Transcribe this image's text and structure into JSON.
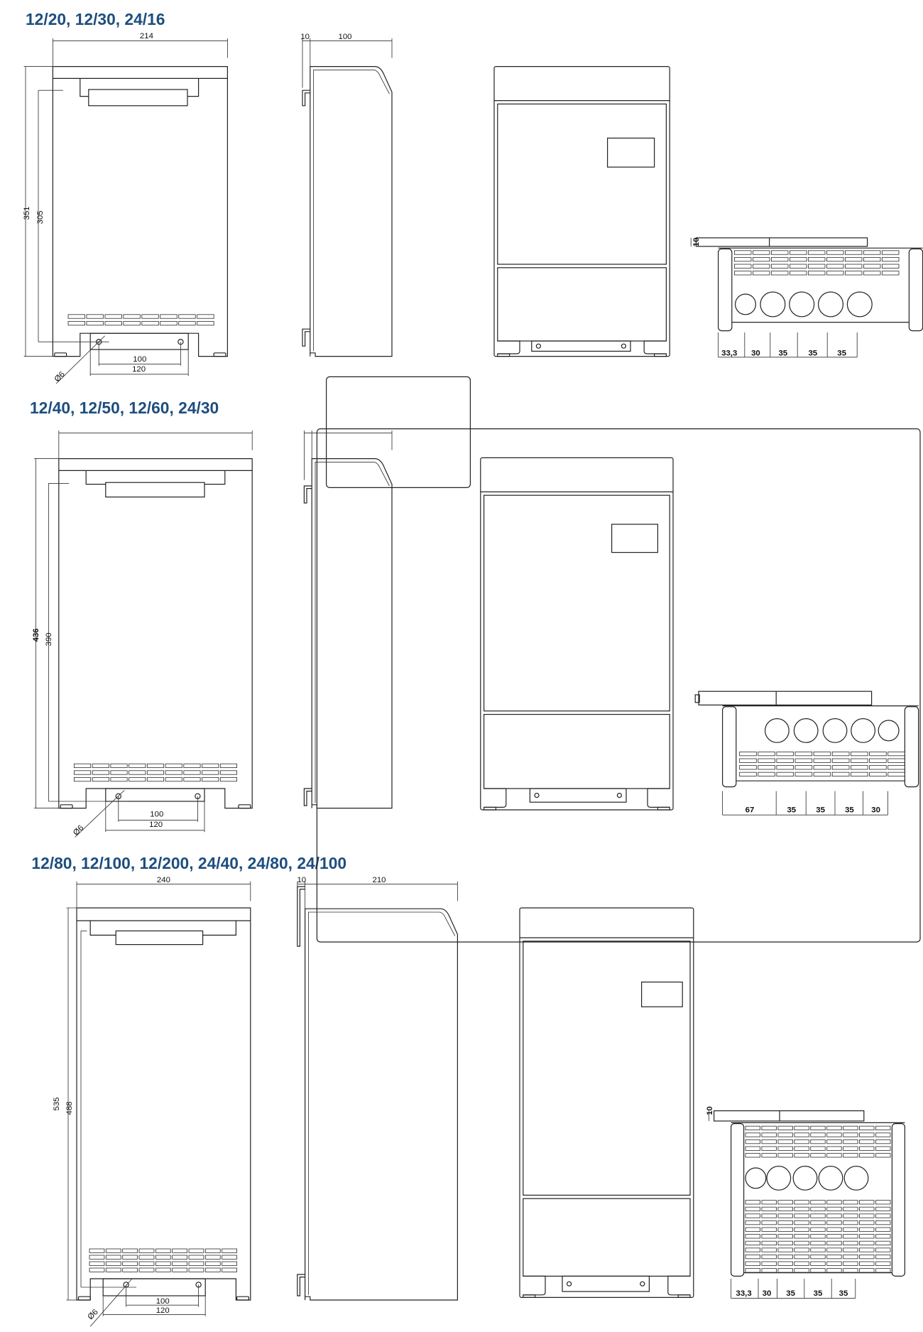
{
  "sections": [
    {
      "title": "12/20, 12/30, 24/16",
      "front": {
        "width": "214",
        "height_total": "351",
        "height_mount": "305",
        "hole_spacing": "100",
        "bracket_width": "120",
        "hole_dia": "Ø6"
      },
      "side": {
        "offset": "10",
        "depth": "100"
      },
      "bottom": {
        "offset": "10",
        "spacing": [
          "33,3",
          "30",
          "35",
          "35",
          "35"
        ]
      }
    },
    {
      "title": "12/40, 12/50, 12/60, 24/30",
      "front": {
        "height_total": "436",
        "height_mount": "390",
        "hole_spacing": "100",
        "bracket_width": "120",
        "hole_dia": "Ø6"
      },
      "bottom": {
        "spacing": [
          "67",
          "35",
          "35",
          "35",
          "30"
        ]
      }
    },
    {
      "title": "12/80, 12/100, 12/200, 24/40, 24/80, 24/100",
      "front": {
        "width": "240",
        "height_total": "535",
        "height_mount": "488",
        "hole_spacing": "100",
        "bracket_width": "120",
        "hole_dia": "Ø6"
      },
      "side": {
        "offset": "10",
        "depth": "210"
      },
      "bottom": {
        "offset": "10",
        "spacing": [
          "33,3",
          "30",
          "35",
          "35",
          "35"
        ]
      }
    }
  ]
}
